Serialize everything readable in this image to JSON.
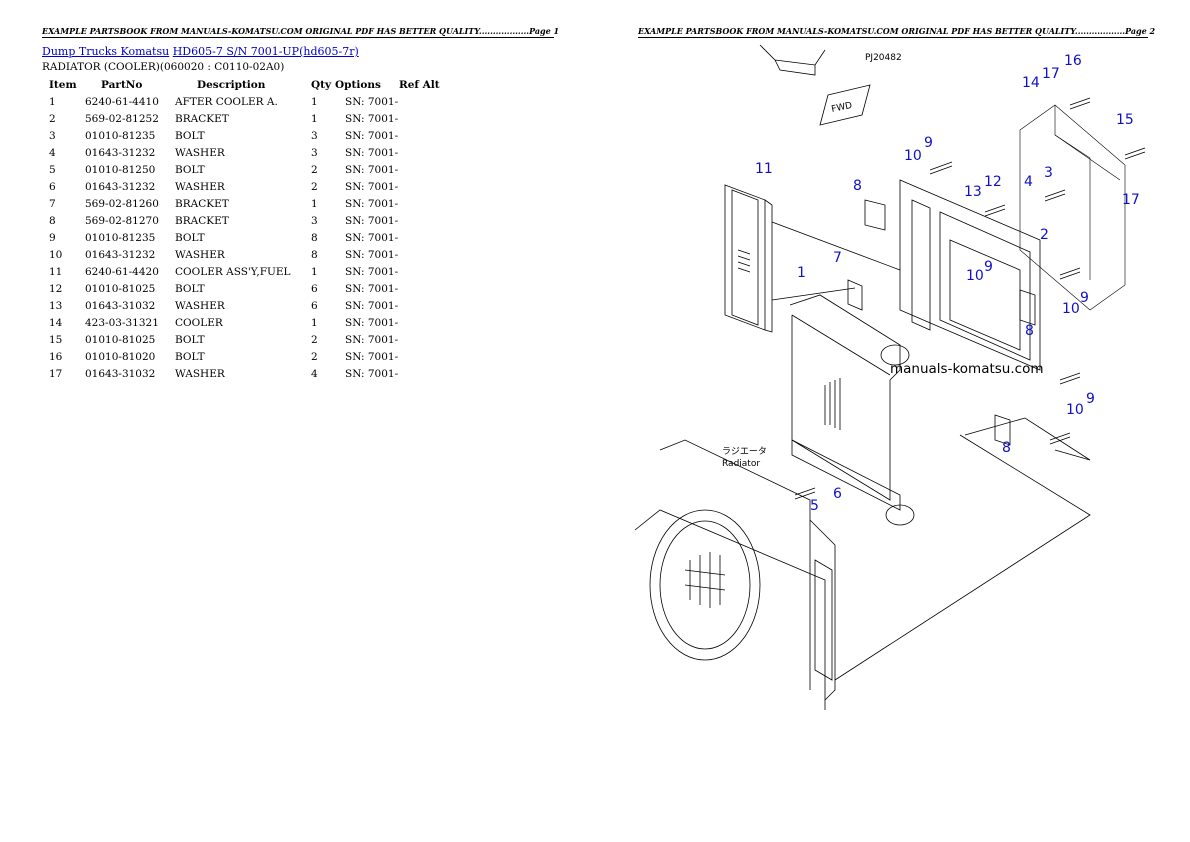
{
  "header": {
    "page1": "EXAMPLE PARTSBOOK FROM MANUALS-KOMATSU.COM ORIGINAL PDF HAS BETTER QUALITY..................Page 1",
    "page2": "EXAMPLE PARTSBOOK FROM MANUALS-KOMATSU.COM ORIGINAL PDF HAS BETTER QUALITY..................Page 2"
  },
  "breadcrumb": {
    "link1": "Dump Trucks Komatsu",
    "link2": "HD605-7 S/N 7001-UP(hd605-7r)"
  },
  "subtitle": "RADIATOR (COOLER)(060020 : C0110-02A0)",
  "table": {
    "headers": [
      "Item",
      "PartNo",
      "Description",
      "Qty",
      "Options",
      "Ref Alt"
    ],
    "rows": [
      [
        "1",
        "6240-61-4410",
        "AFTER COOLER A.",
        "1",
        "SN: 7001-",
        ""
      ],
      [
        "2",
        "569-02-81252",
        "BRACKET",
        "1",
        "SN: 7001-",
        ""
      ],
      [
        "3",
        "01010-81235",
        "BOLT",
        "3",
        "SN: 7001-",
        ""
      ],
      [
        "4",
        "01643-31232",
        "WASHER",
        "3",
        "SN: 7001-",
        ""
      ],
      [
        "5",
        "01010-81250",
        "BOLT",
        "2",
        "SN: 7001-",
        ""
      ],
      [
        "6",
        "01643-31232",
        "WASHER",
        "2",
        "SN: 7001-",
        ""
      ],
      [
        "7",
        "569-02-81260",
        "BRACKET",
        "1",
        "SN: 7001-",
        ""
      ],
      [
        "8",
        "569-02-81270",
        "BRACKET",
        "3",
        "SN: 7001-",
        ""
      ],
      [
        "9",
        "01010-81235",
        "BOLT",
        "8",
        "SN: 7001-",
        ""
      ],
      [
        "10",
        "01643-31232",
        "WASHER",
        "8",
        "SN: 7001-",
        ""
      ],
      [
        "11",
        "6240-61-4420",
        "COOLER ASS'Y,FUEL",
        "1",
        "SN: 7001-",
        ""
      ],
      [
        "12",
        "01010-81025",
        "BOLT",
        "6",
        "SN: 7001-",
        ""
      ],
      [
        "13",
        "01643-31032",
        "WASHER",
        "6",
        "SN: 7001-",
        ""
      ],
      [
        "14",
        "423-03-31321",
        "COOLER",
        "1",
        "SN: 7001-",
        ""
      ],
      [
        "15",
        "01010-81025",
        "BOLT",
        "2",
        "SN: 7001-",
        ""
      ],
      [
        "16",
        "01010-81020",
        "BOLT",
        "2",
        "SN: 7001-",
        ""
      ],
      [
        "17",
        "01643-31032",
        "WASHER",
        "4",
        "SN: 7001-",
        ""
      ]
    ]
  },
  "diagram": {
    "drawing_code": "PJ20482",
    "fwd_label": "FWD",
    "radiator_jp": "ラジエータ",
    "radiator_label": "Radiator",
    "watermark": "manuals-komatsu.com",
    "callouts": [
      "1",
      "2",
      "3",
      "4",
      "5",
      "6",
      "7",
      "8",
      "8",
      "8",
      "9",
      "9",
      "9",
      "9",
      "10",
      "10",
      "10",
      "10",
      "11",
      "12",
      "13",
      "14",
      "15",
      "16",
      "17",
      "17"
    ]
  }
}
